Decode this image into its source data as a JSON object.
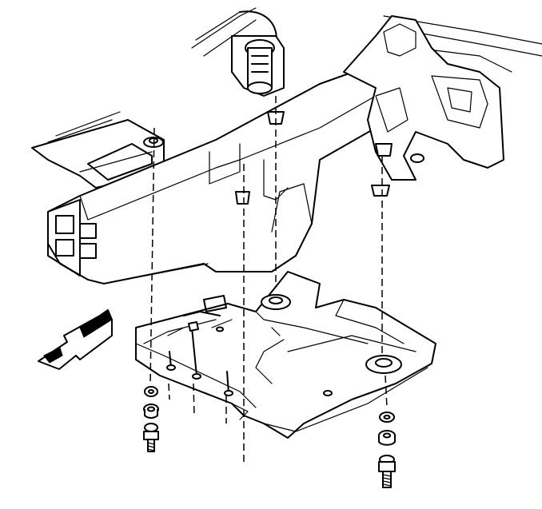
{
  "figure": {
    "description_visible_text": "",
    "colors": {
      "ink": "#000000",
      "paper": "#ffffff"
    },
    "direction_arrow": {
      "icon": "front-direction-arrow-icon"
    },
    "parts": [
      "frame-rail",
      "crossmember",
      "transmission-mount",
      "body-mount",
      "skid-plate",
      "bolt",
      "washer",
      "nut"
    ]
  }
}
